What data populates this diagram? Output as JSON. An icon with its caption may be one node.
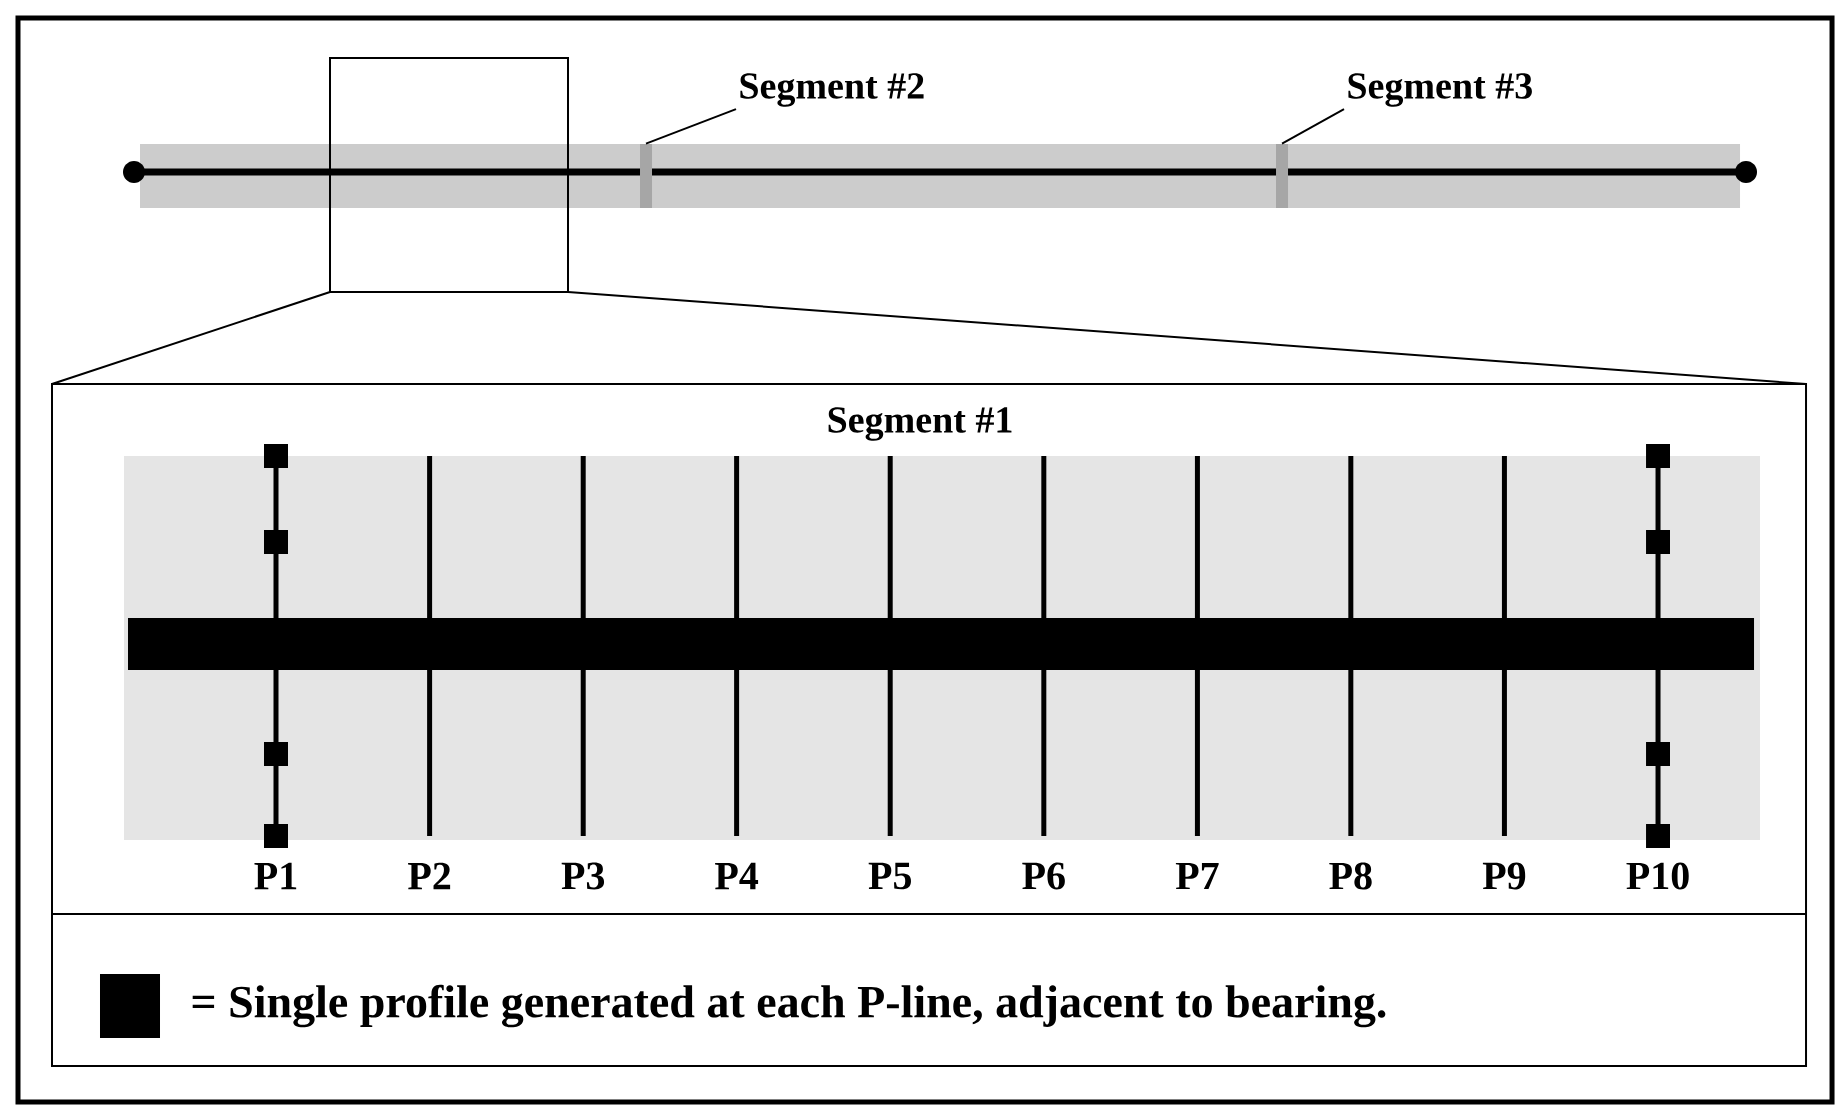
{
  "diagram": {
    "nodes": [
      {
        "text": [
          "Segment #2"
        ]
      },
      {
        "text": [],
        "shape": "bar"
      },
      {
        "text": [
          "Segment #3"
        ]
      },
      {
        "text": [],
        "shape": "bar"
      }
    ],
    "edges": [
      {
        "from": 0,
        "to": 1,
        "arrow": "none"
      },
      {
        "from": 2,
        "to": 3,
        "arrow": "none"
      }
    ],
    "labels": [
      "Segment #1",
      "P1",
      "P2",
      "P3",
      "P4",
      "P5",
      "P6",
      "P7",
      "P8",
      "P9",
      "P10"
    ],
    "legend": [
      {
        "text": "=  Single profile generated at each P-line, adjacent to bearing.",
        "color": "#000000"
      }
    ]
  }
}
